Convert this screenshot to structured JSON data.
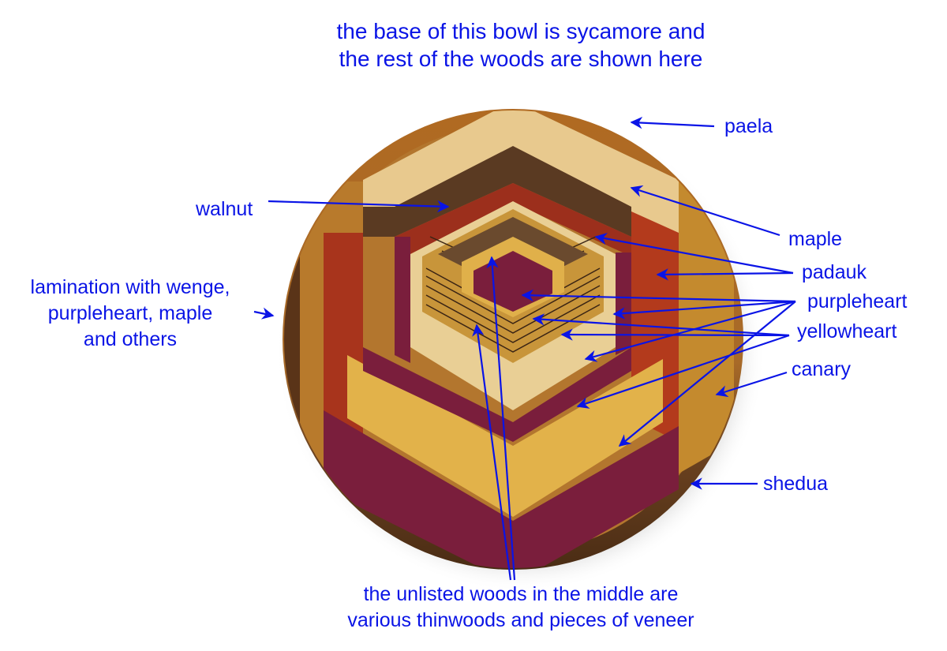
{
  "title": {
    "line1": "the base of this bowl is sycamore and",
    "line2": "the rest of the woods are shown here"
  },
  "labels": {
    "paela": "paela",
    "walnut": "walnut",
    "maple": "maple",
    "padauk": "padauk",
    "purpleheart": "purpleheart",
    "yellowheart": "yellowheart",
    "canary": "canary",
    "shedua": "shedua"
  },
  "left_note": {
    "line1": "lamination with wenge,",
    "line2": "purpleheart, maple",
    "line3": "and others"
  },
  "caption": {
    "line1": "the unlisted woods in the middle are",
    "line2": "various thinwoods and pieces of veneer"
  },
  "colors": {
    "annotation": "#0a14e6",
    "paela": "#a8621c",
    "maple": "#e8c98e",
    "walnut": "#5a3a22",
    "padauk": "#a8341c",
    "purpleheart": "#7a1e3c",
    "yellowheart": "#e2b24a",
    "canary": "#c48a2e",
    "shedua": "#6b4220"
  }
}
